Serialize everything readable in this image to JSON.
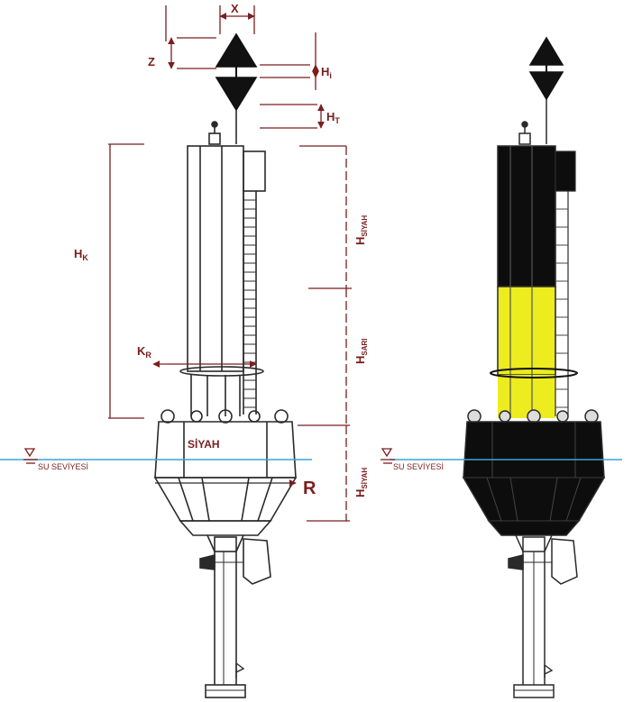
{
  "left_figure": {
    "dimensions": {
      "x": "X",
      "z": "Z",
      "hi_main": "H",
      "hi_sub": "i",
      "ht_main": "H",
      "ht_sub": "T",
      "hk_main": "H",
      "hk_sub": "K",
      "kr_main": "K",
      "kr_sub": "R",
      "r": "R",
      "h_siyah_top_main": "H",
      "h_siyah_top_sub": "SİYAH",
      "h_sari_main": "H",
      "h_sari_sub": "SARI",
      "h_siyah_bottom_main": "H",
      "h_siyah_bottom_sub": "SİYAH"
    },
    "hull_label": "SİYAH",
    "water_label": "SU SEVİYESİ"
  },
  "right_figure": {
    "water_label": "SU SEVİYESİ"
  },
  "colors": {
    "dimension": "#7a1e1e",
    "outline": "#2a2a2a",
    "black_band": "#0d0d0d",
    "yellow_band": "#ecec1f",
    "water_line": "#3aa6d4"
  }
}
